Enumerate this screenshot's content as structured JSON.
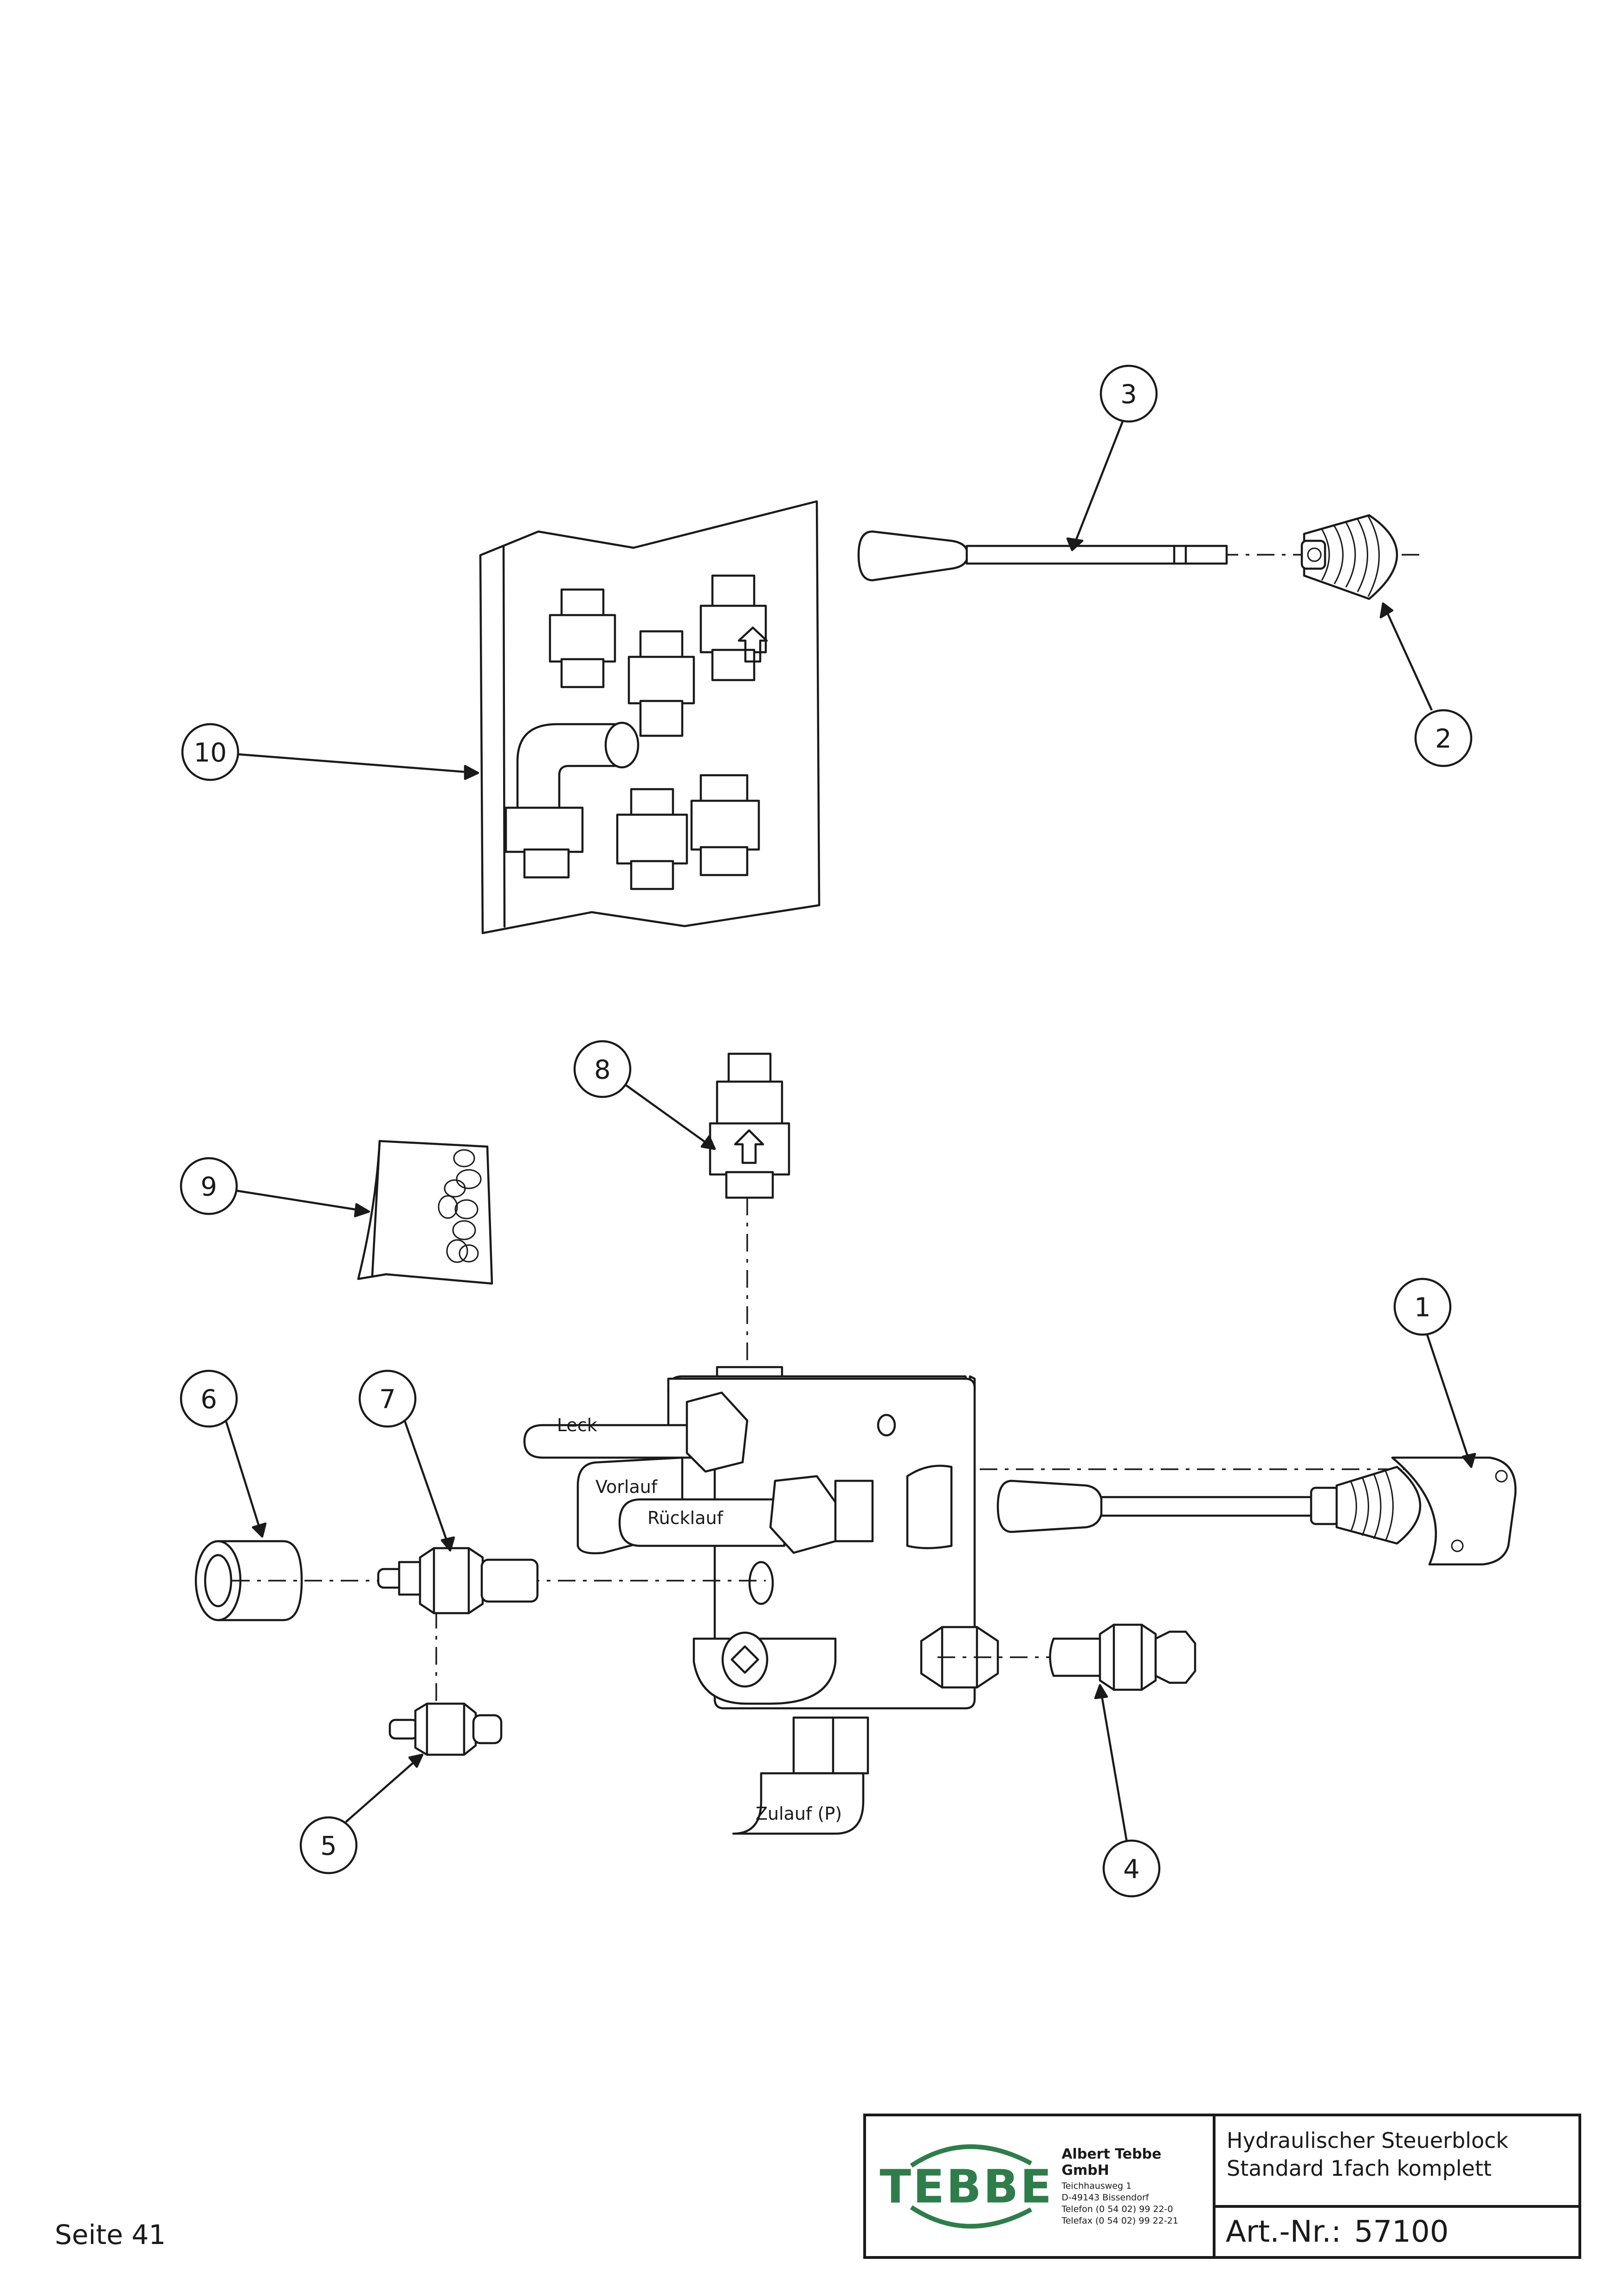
{
  "callouts": [
    "1",
    "2",
    "3",
    "4",
    "5",
    "6",
    "7",
    "8",
    "9",
    "10"
  ],
  "port_labels": {
    "leck": "Leck",
    "vorlauf": "Vorlauf",
    "ruecklauf": "Rücklauf",
    "zulauf": "Zulauf (P)"
  },
  "page_number": "Seite 41",
  "title_block": {
    "logo_text": "TEBBE",
    "company": "Albert Tebbe GmbH",
    "address_lines": [
      "Teichhausweg 1",
      "D-49143 Bissendorf",
      "Telefon (0 54 02) 99 22-0",
      "Telefax (0 54 02) 99 22-21"
    ],
    "description_lines": [
      "Hydraulischer Steuerblock",
      "Standard 1fach komplett"
    ],
    "article_label": "Art.-Nr.:",
    "article_number": "57100"
  },
  "colors": {
    "logo_green": "#2e7d4a",
    "line": "#1a1a1a"
  }
}
